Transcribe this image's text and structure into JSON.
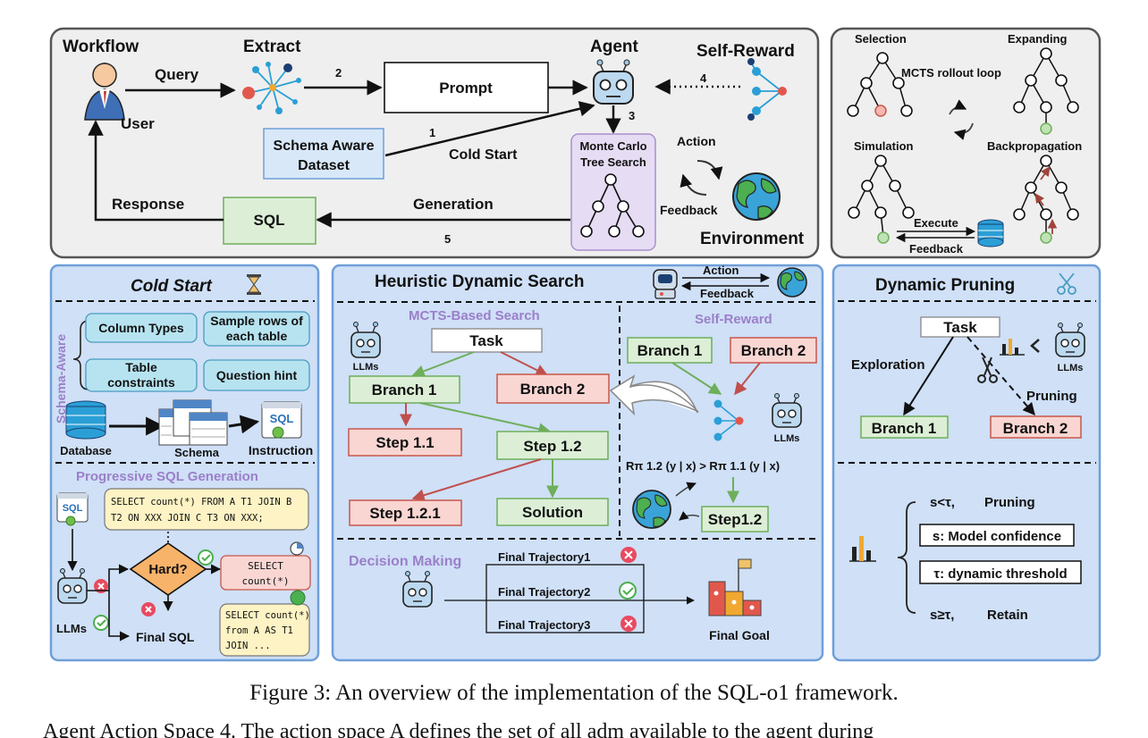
{
  "workflow": {
    "title": "Workflow",
    "extract": "Extract",
    "agent": "Agent",
    "self_reward": "Self-Reward",
    "user": "User",
    "query": "Query",
    "prompt": "Prompt",
    "schema_aware_dataset_line1": "Schema Aware",
    "schema_aware_dataset_line2": "Dataset",
    "cold_start": "Cold Start",
    "mcts_line1": "Monte Carlo",
    "mcts_line2": "Tree Search",
    "action": "Action",
    "feedback": "Feedback",
    "environment": "Environment",
    "response": "Response",
    "sql": "SQL",
    "generation": "Generation",
    "step1": "1",
    "step2": "2",
    "step3": "3",
    "step4": "4",
    "step5": "5"
  },
  "mcts_loop": {
    "selection": "Selection",
    "expanding": "Expanding",
    "rollout": "MCTS rollout loop",
    "simulation": "Simulation",
    "backpropagation": "Backpropagation",
    "execute": "Execute",
    "feedback": "Feedback"
  },
  "cold_start": {
    "title": "Cold Start",
    "side_label": "Schema-Aware",
    "column_types": "Column Types",
    "sample_rows_line1": "Sample rows of",
    "sample_rows_line2": "each table",
    "table_constraints_line1": "Table",
    "table_constraints_line2": "constraints",
    "question_hint": "Question hint",
    "database": "Database",
    "schema": "Schema",
    "instruction": "Instruction",
    "sql_icon": "SQL",
    "progressive_title": "Progressive SQL Generation",
    "sql_bubble_line1": "SELECT count(*) FROM A T1 JOIN B",
    "sql_bubble_line2": "T2 ON XXX JOIN C T3 ON XXX;",
    "hard": "Hard?",
    "select_line1": "SELECT",
    "select_line2": "count(*)",
    "select2_line1": "SELECT count(*)",
    "select2_line2": "from A AS T1",
    "select2_line3": "JOIN ...",
    "llms": "LLMs",
    "final_sql": "Final SQL"
  },
  "heuristic": {
    "title": "Heuristic Dynamic Search",
    "action": "Action",
    "feedback": "Feedback",
    "mcts_based": "MCTS-Based Search",
    "self_reward": "Self-Reward",
    "task": "Task",
    "llms": "LLMs",
    "branch1": "Branch 1",
    "branch2": "Branch 2",
    "step11": "Step 1.1",
    "step12": "Step 1.2",
    "step121": "Step 1.2.1",
    "solution": "Solution",
    "reward_eq": "Rπ 1.2 (y | x) > Rπ 1.1 (y | x)",
    "step12b": "Step1.2",
    "decision": "Decision Making",
    "traj1": "Final Trajectory1",
    "traj2": "Final Trajectory2",
    "traj3": "Final Trajectory3",
    "final_goal": "Final Goal"
  },
  "pruning": {
    "title": "Dynamic Pruning",
    "task": "Task",
    "llms": "LLMs",
    "exploration": "Exploration",
    "pruning": "Pruning",
    "branch1": "Branch 1",
    "branch2": "Branch 2",
    "s_lt": "s<τ,",
    "pruning_label": "Pruning",
    "s_def": "s: Model confidence",
    "tau_def": "τ: dynamic threshold",
    "s_ge": "s≥τ,",
    "retain": "Retain"
  },
  "caption": "Figure 3: An overview of the implementation of the SQL-o1 framework.",
  "bottom_text": "Agent Action Space 4. The action space A defines the set of all adm available to the agent during",
  "colors": {
    "panel_gray": "#efefef",
    "panel_blue": "#cfe0f7",
    "panel_blue_border": "#6f9fd8",
    "green_fill": "#dcefd6",
    "green_stroke": "#6fae5a",
    "red_fill": "#f9d6d2",
    "red_stroke": "#c9574b",
    "purple": "#a98fd0",
    "cyan": "#b7e3f0"
  }
}
